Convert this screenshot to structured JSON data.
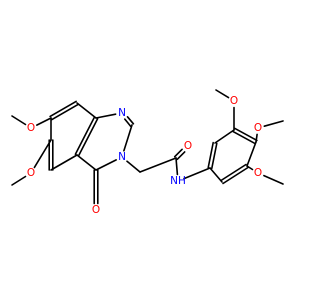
{
  "colors": {
    "bond": "#000000",
    "oxygen": "#ff0000",
    "nitrogen": "#0000ff",
    "background": "#ffffff"
  },
  "labels": {
    "o_c7": "O",
    "o_c6": "O",
    "o_carbonyl_ring": "O",
    "n1": "N",
    "n3": "N",
    "o_amide": "O",
    "nh": "NH",
    "o_r3": "O",
    "o_r4": "O",
    "o_r5": "O"
  }
}
